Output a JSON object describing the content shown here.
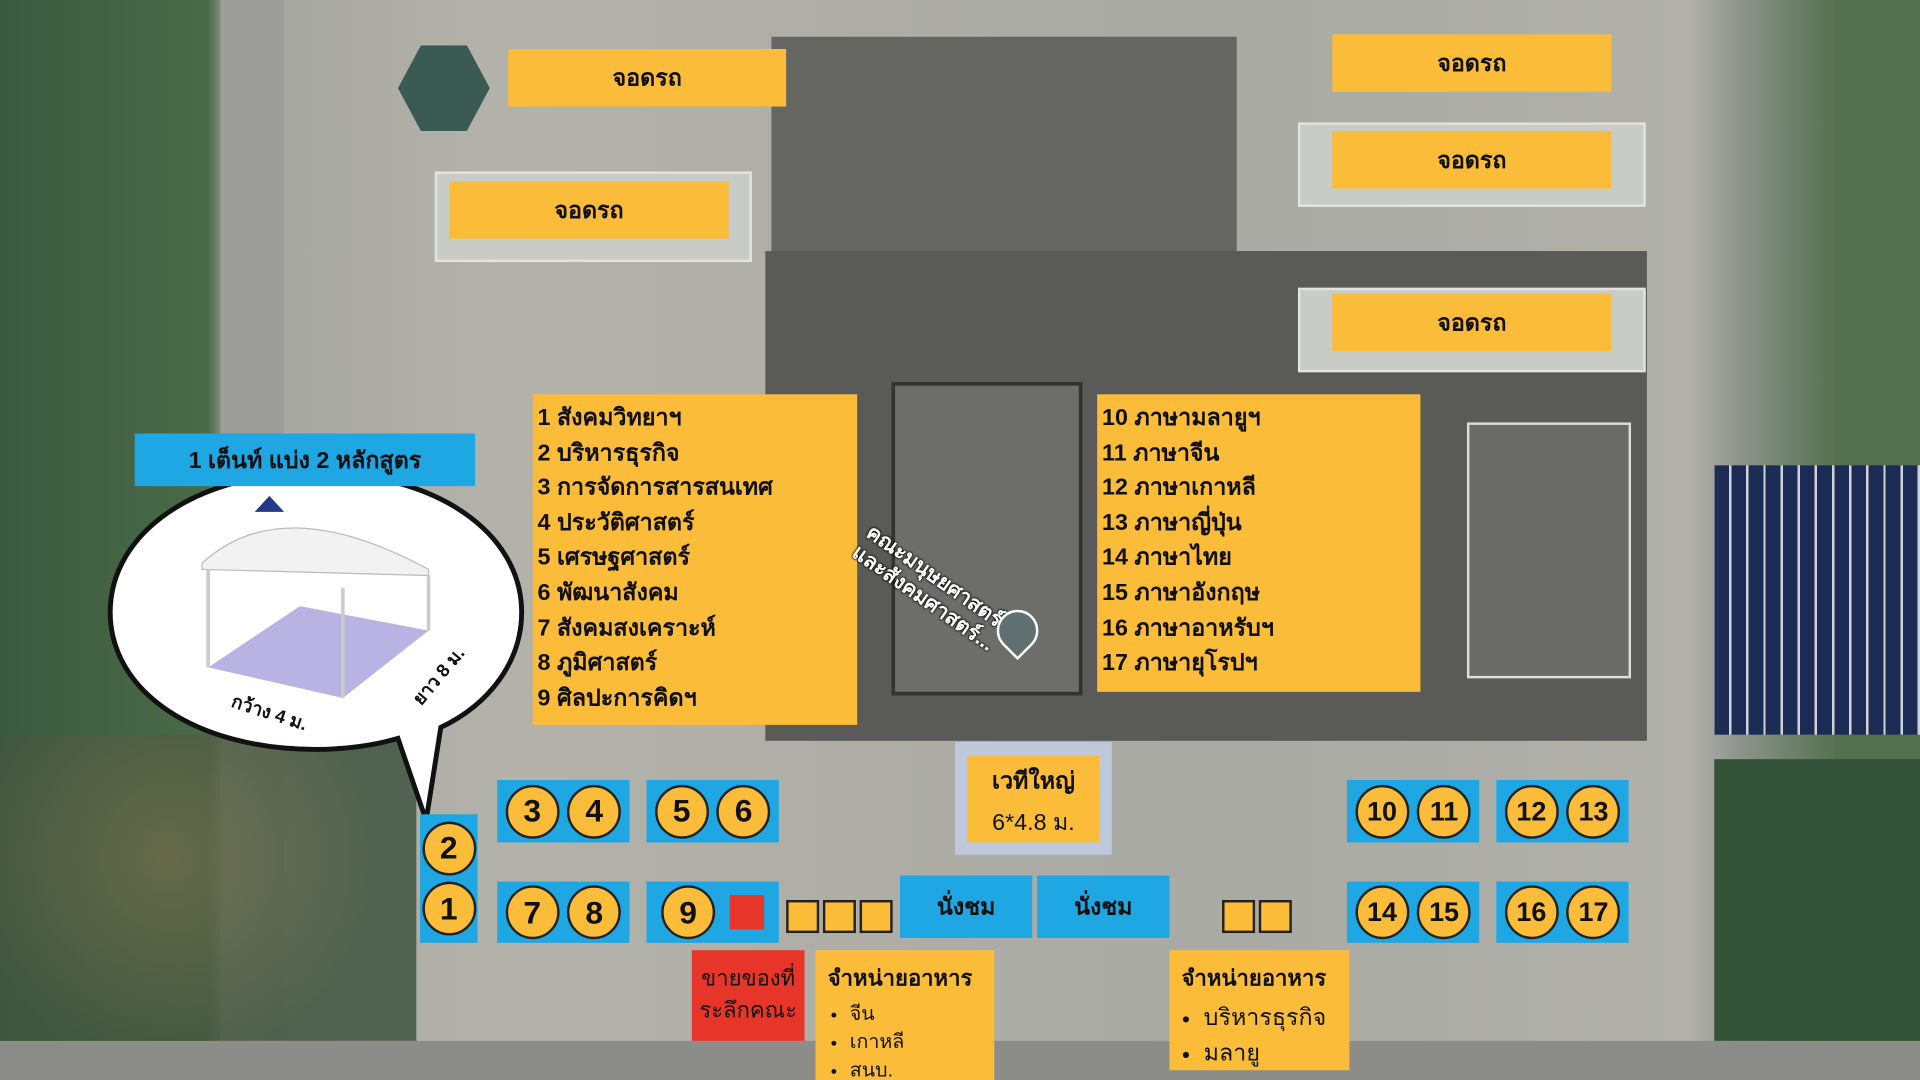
{
  "parking_label": "จอดรถ",
  "parking": [
    "จอดรถ",
    "จอดรถ",
    "จอดรถ",
    "จอดรถ",
    "จอดรถ"
  ],
  "tent_note": {
    "title": "1 เต็นท์ แบ่ง 2 หลักสูตร",
    "width_label": "กว้าง 4 ม.",
    "length_label": "ยาว 8 ม."
  },
  "programs_left": [
    "1 สังคมวิทยาฯ",
    "2 บริหารธุรกิจ",
    "3 การจัดการสารสนเทศ",
    "4 ประวัติศาสตร์",
    "5 เศรษฐศาสตร์",
    "6 พัฒนาสังคม",
    "7 สังคมสงเคราะห์",
    "8 ภูมิศาสตร์",
    "9 ศิลปะการคิดฯ"
  ],
  "programs_right": [
    "10 ภาษามลายูฯ",
    "11 ภาษาจีน",
    "12 ภาษาเกาหลี",
    "13 ภาษาญี่ปุ่น",
    "14 ภาษาไทย",
    "15 ภาษาอังกฤษ",
    "16 ภาษาอาหรับฯ",
    "17 ภาษายุโรปฯ"
  ],
  "building_label": [
    "คณะมนุษยศาสตร์",
    "และสังคมศาสตร์..."
  ],
  "stage": {
    "title": "เวทีใหญ่",
    "size": "6*4.8 ม."
  },
  "booths": [
    "1",
    "2",
    "3",
    "4",
    "5",
    "6",
    "7",
    "8",
    "9",
    "10",
    "11",
    "12",
    "13",
    "14",
    "15",
    "16",
    "17"
  ],
  "seating": [
    "นั่งชม",
    "นั่งชม"
  ],
  "souvenir": [
    "ขายของที่",
    "ระลึกคณะ"
  ],
  "food_left": {
    "title": "จำหน่ายอาหาร",
    "items": [
      "จีน",
      "เกาหลี",
      "สนบ."
    ]
  },
  "food_right": {
    "title": "จำหน่ายอาหาร",
    "items": [
      "บริหารธุรกิจ",
      "มลายู"
    ]
  },
  "colors": {
    "yellow": "#fbbd39",
    "blue": "#1ea7e3",
    "red": "#e8352a"
  }
}
